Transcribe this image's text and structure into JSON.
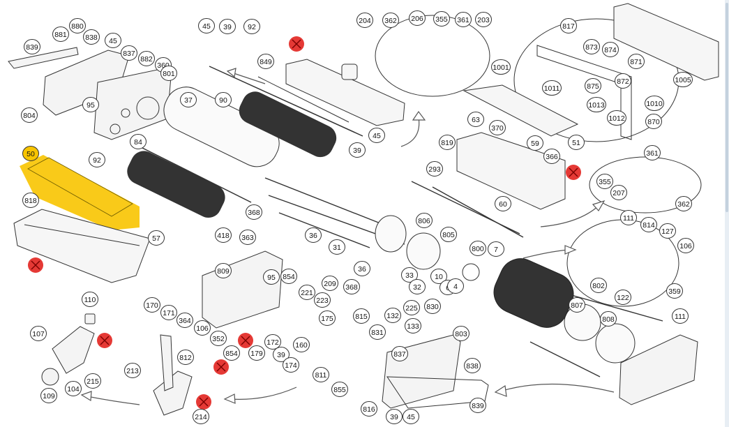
{
  "diagram": {
    "highlight_color": "#f8c400",
    "marker_color": "#e53935",
    "part_labels": [
      "839",
      "880",
      "881",
      "838",
      "45",
      "837",
      "882",
      "360",
      "801",
      "804",
      "95",
      "45",
      "39",
      "92",
      "849",
      "90",
      "37",
      "45",
      "39",
      "84",
      "92",
      "204",
      "362",
      "206",
      "355",
      "361",
      "203",
      "817",
      "873",
      "874",
      "871",
      "1001",
      "1011",
      "875",
      "872",
      "1010",
      "1013",
      "1012",
      "870",
      "1005",
      "50",
      "818",
      "57",
      "418",
      "368",
      "363",
      "36",
      "31",
      "806",
      "805",
      "800",
      "7",
      "293",
      "60",
      "819",
      "63",
      "370",
      "59",
      "366",
      "51",
      "361",
      "355",
      "207",
      "362",
      "111",
      "814",
      "127",
      "106",
      "802",
      "122",
      "359",
      "111",
      "809",
      "95",
      "854",
      "170",
      "171",
      "364",
      "106",
      "352",
      "854",
      "179",
      "172",
      "39",
      "174",
      "221",
      "223",
      "160",
      "175",
      "209",
      "368",
      "815",
      "36",
      "33",
      "32",
      "10",
      "6",
      "4",
      "132",
      "225",
      "133",
      "830",
      "803",
      "807",
      "808",
      "831",
      "837",
      "838",
      "811",
      "855",
      "816",
      "39",
      "45",
      "839",
      "110",
      "107",
      "104",
      "215",
      "109",
      "812",
      "213",
      "214"
    ]
  }
}
